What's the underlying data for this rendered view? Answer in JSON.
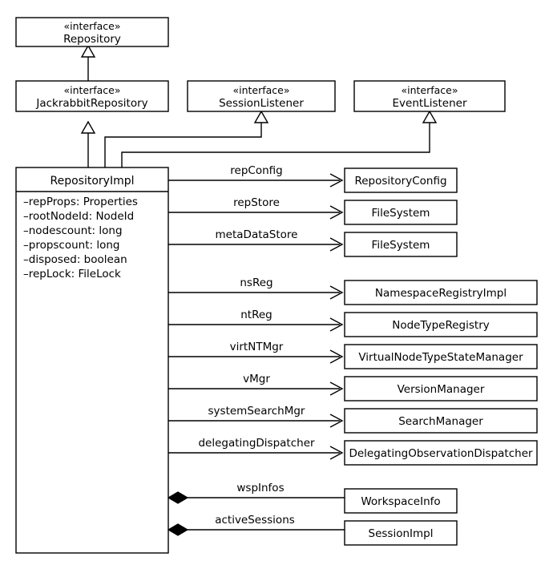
{
  "diagram": {
    "kind": "uml-class-diagram",
    "stereotype_label": "«interface»",
    "background_color": "#ffffff",
    "line_color": "#000000"
  },
  "interfaces": [
    {
      "stereotype": "«interface»",
      "name": "Repository"
    },
    {
      "stereotype": "«interface»",
      "name": "JackrabbitRepository"
    },
    {
      "stereotype": "«interface»",
      "name": "SessionListener"
    },
    {
      "stereotype": "«interface»",
      "name": "EventListener"
    }
  ],
  "main_class": {
    "name": "RepositoryImpl",
    "attributes": [
      "–repProps: Properties",
      "–rootNodeId: NodeId",
      "–nodescount: long",
      "–propscount: long",
      "–disposed: boolean",
      "–repLock: FileLock"
    ]
  },
  "associations": [
    {
      "role": "repConfig",
      "target": "RepositoryConfig",
      "kind": "directed"
    },
    {
      "role": "repStore",
      "target": "FileSystem",
      "kind": "directed"
    },
    {
      "role": "metaDataStore",
      "target": "FileSystem",
      "kind": "directed"
    },
    {
      "role": "nsReg",
      "target": "NamespaceRegistryImpl",
      "kind": "directed"
    },
    {
      "role": "ntReg",
      "target": "NodeTypeRegistry",
      "kind": "directed"
    },
    {
      "role": "virtNTMgr",
      "target": "VirtualNodeTypeStateManager",
      "kind": "directed"
    },
    {
      "role": "vMgr",
      "target": "VersionManager",
      "kind": "directed"
    },
    {
      "role": "systemSearchMgr",
      "target": "SearchManager",
      "kind": "directed"
    },
    {
      "role": "delegatingDispatcher",
      "target": "DelegatingObservationDispatcher",
      "kind": "directed"
    },
    {
      "role": "wspInfos",
      "target": "WorkspaceInfo",
      "kind": "composition"
    },
    {
      "role": "activeSessions",
      "target": "SessionImpl",
      "kind": "composition"
    }
  ],
  "generalizations": [
    {
      "from": "JackrabbitRepository",
      "to": "Repository"
    },
    {
      "from": "RepositoryImpl",
      "to": "JackrabbitRepository"
    },
    {
      "from": "RepositoryImpl",
      "to": "SessionListener"
    },
    {
      "from": "RepositoryImpl",
      "to": "EventListener"
    }
  ]
}
